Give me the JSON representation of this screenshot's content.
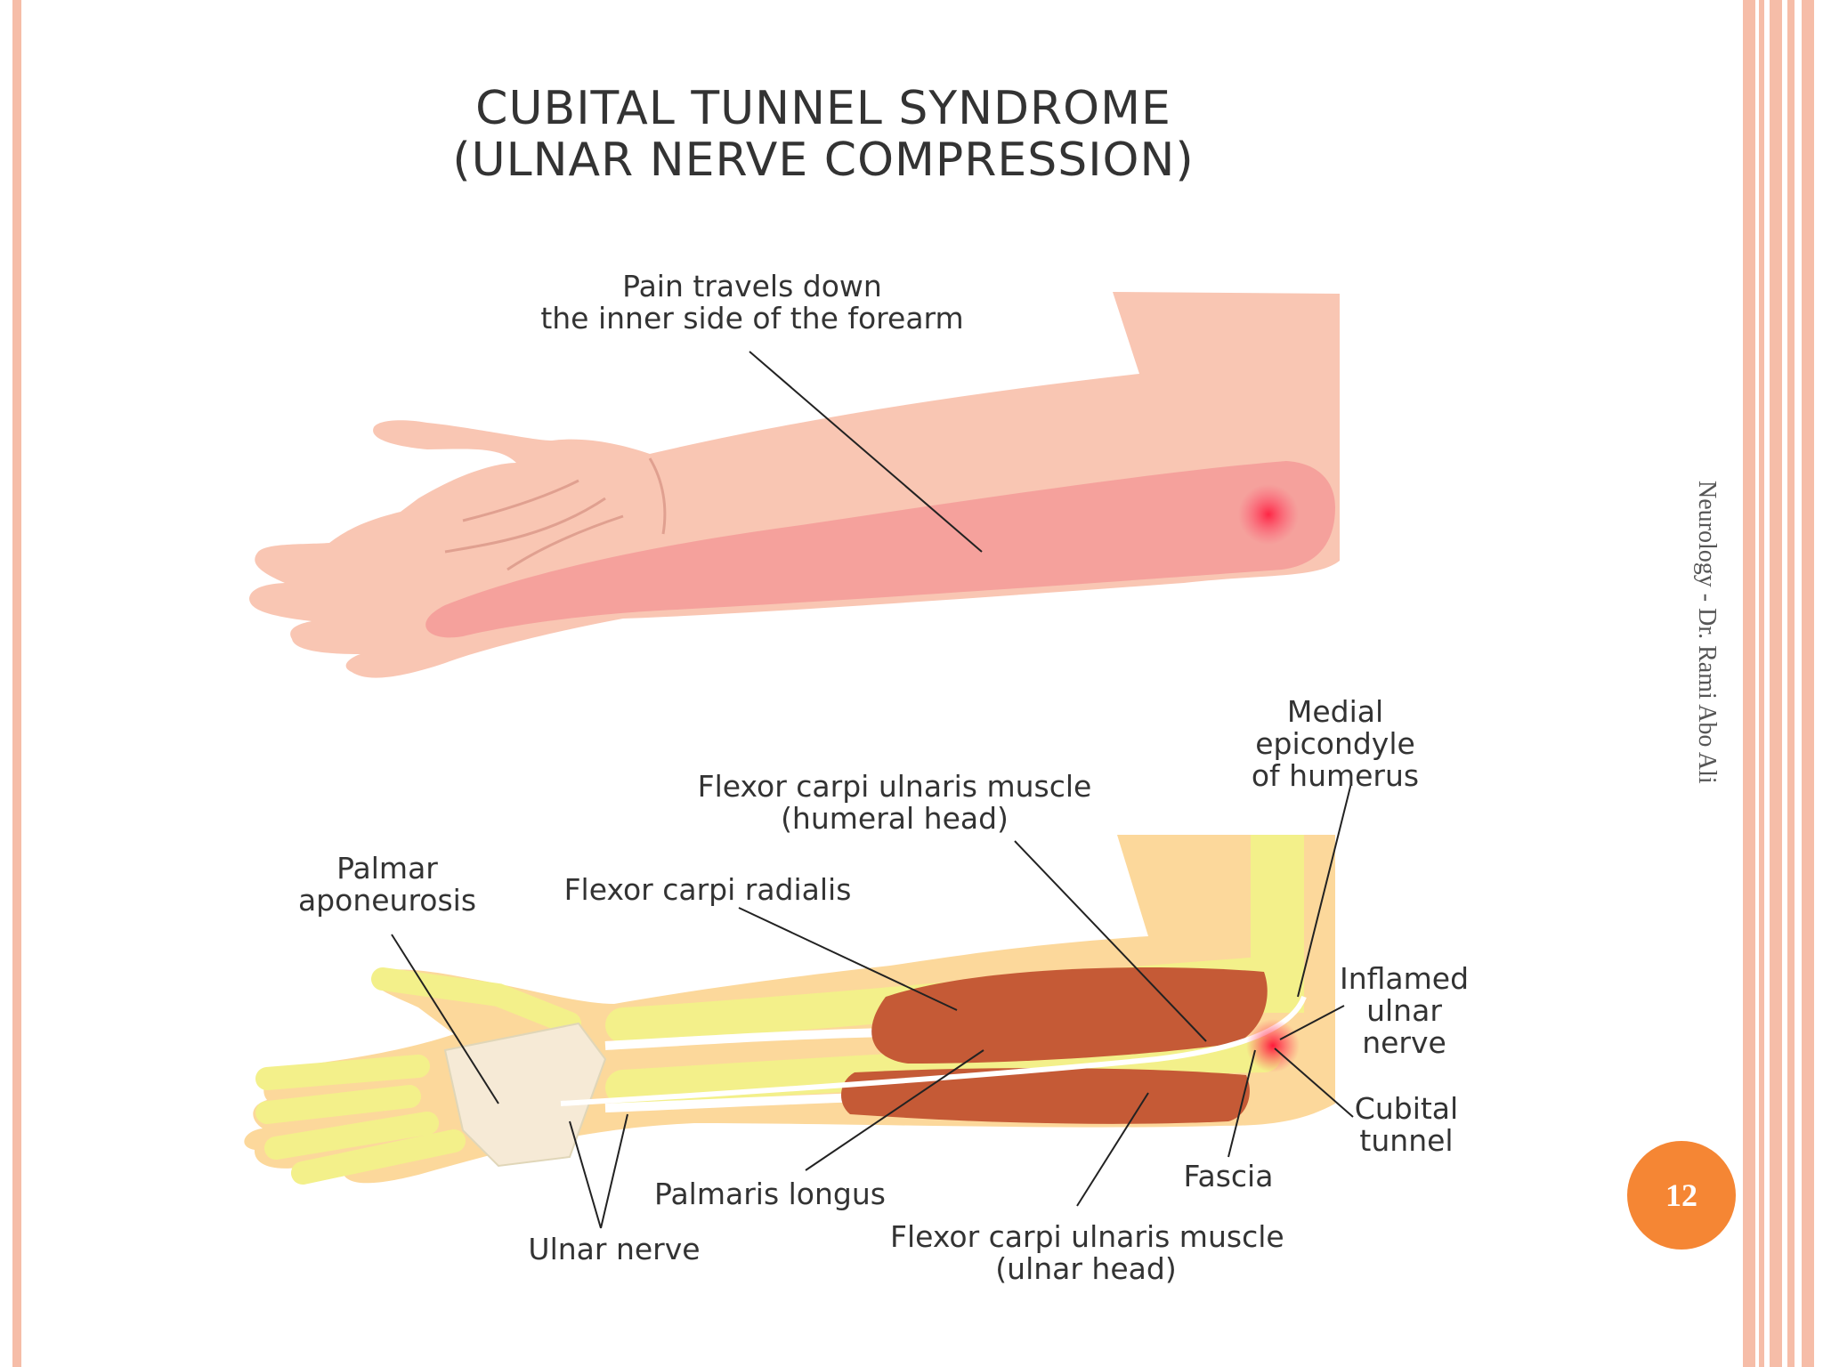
{
  "slide": {
    "colors": {
      "border_stripe": "#F6BDA8",
      "accent": "#F58634"
    },
    "footer_text": "Neurology - Dr. Rami Abo Ali",
    "page_number": "12"
  },
  "diagram": {
    "title_line1": "CUBITAL TUNNEL SYNDROME",
    "title_line2": "(ULNAR NERVE COMPRESSION)",
    "top_label_line1": "Pain travels down",
    "top_label_line2": "the inner side of the forearm",
    "labels": {
      "medial_epicondyle": [
        "Medial",
        "epicondyle",
        "of humerus"
      ],
      "fcu_humeral": [
        "Flexor carpi ulnaris muscle",
        "(humeral head)"
      ],
      "palmar_aponeurosis": [
        "Palmar",
        "aponeurosis"
      ],
      "flexor_carpi_radialis": [
        "Flexor carpi radialis"
      ],
      "inflamed_ulnar_nerve": [
        "Inflamed",
        "ulnar",
        "nerve"
      ],
      "cubital_tunnel": [
        "Cubital",
        "tunnel"
      ],
      "fascia": [
        "Fascia"
      ],
      "palmaris_longus": [
        "Palmaris longus"
      ],
      "ulnar_nerve": [
        "Ulnar nerve"
      ],
      "fcu_ulnar": [
        "Flexor carpi ulnaris muscle",
        "(ulnar head)"
      ]
    }
  }
}
